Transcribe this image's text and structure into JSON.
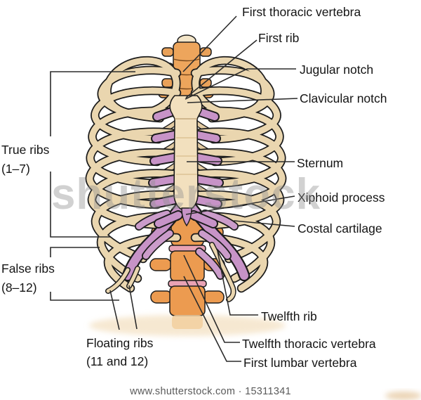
{
  "labels": {
    "first_thoracic_vertebra": "First thoracic vertebra",
    "first_rib": "First rib",
    "jugular_notch": "Jugular notch",
    "clavicular_notch": "Clavicular notch",
    "sternum": "Sternum",
    "xiphoid_process": "Xiphoid process",
    "costal_cartilage": "Costal cartilage",
    "true_ribs_line1": "True ribs",
    "true_ribs_line2": "(1–7)",
    "false_ribs_line1": "False ribs",
    "false_ribs_line2": "(8–12)",
    "floating_ribs_line1": "Floating ribs",
    "floating_ribs_line2": "(11 and 12)",
    "twelfth_rib": "Twelfth rib",
    "twelfth_thoracic_vertebra": "Twelfth thoracic vertebra",
    "first_lumbar_vertebra": "First lumbar vertebra"
  },
  "watermark": {
    "center_text": "shutterstock",
    "footer_text": "www.shutterstock.com · 15311341"
  },
  "colors": {
    "bone": "#ead6af",
    "cartilage": "#c793c7",
    "vertebra": "#ec9b50",
    "disc": "#e8a2b4",
    "sternum": "#f2e0be",
    "outline": "#1c1c1c",
    "label_text": "#141414",
    "watermark_gray": "#8f8f8f"
  }
}
